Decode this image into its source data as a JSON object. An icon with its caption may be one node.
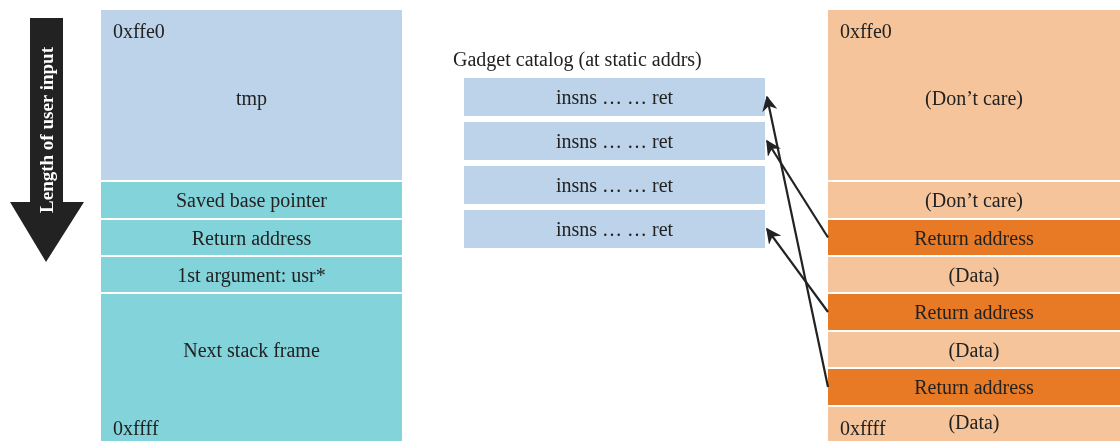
{
  "diagram": {
    "nodes": [
      {
        "text": [
          "0xffe0",
          "tmp"
        ]
      },
      {
        "text": [
          "Saved base pointer"
        ]
      },
      {
        "text": [
          "Return address"
        ]
      },
      {
        "text": [
          "1st argument: usr*"
        ]
      },
      {
        "text": [
          "Next stack frame",
          "0xffff"
        ]
      },
      {
        "text": [
          "insns … … ret"
        ]
      },
      {
        "text": [
          "insns … … ret"
        ]
      },
      {
        "text": [
          "insns … … ret"
        ]
      },
      {
        "text": [
          "insns … … ret"
        ]
      },
      {
        "text": [
          "0xffe0",
          "(Don’t care)"
        ]
      },
      {
        "text": [
          "(Don’t care)"
        ]
      },
      {
        "text": [
          "Return address"
        ]
      },
      {
        "text": [
          "(Data)"
        ]
      },
      {
        "text": [
          "Return address"
        ]
      },
      {
        "text": [
          "(Data)"
        ]
      },
      {
        "text": [
          "Return address"
        ]
      },
      {
        "text": [
          "0xffff",
          "(Data)"
        ]
      }
    ],
    "edges": [
      {
        "from": 11,
        "to": 6,
        "arrow": "to"
      },
      {
        "from": 13,
        "to": 8,
        "arrow": "to"
      },
      {
        "from": 15,
        "to": 5,
        "arrow": "to"
      }
    ],
    "labels": [
      "Length of user input",
      "Gadget catalog (at static addrs)"
    ]
  }
}
